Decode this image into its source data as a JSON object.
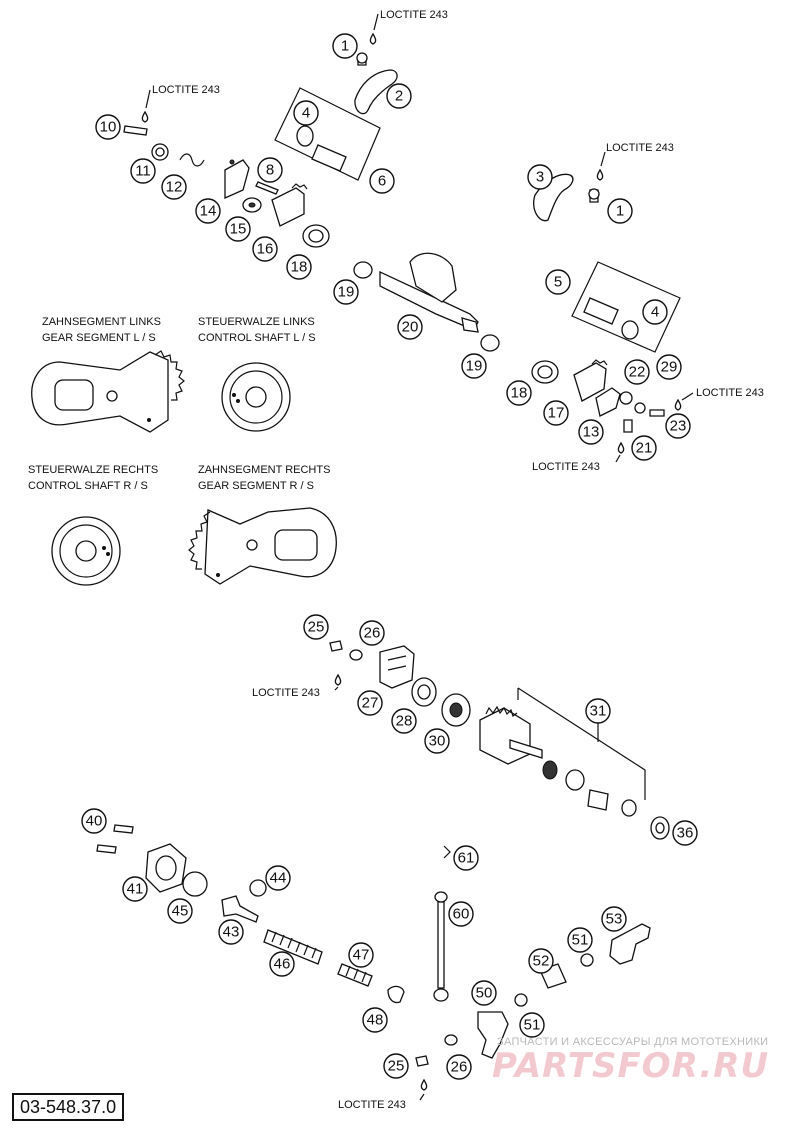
{
  "labels": {
    "loctite": "LOCTITE 243",
    "gear_segment_left_de": "ZAHNSEGMENT LINKS",
    "gear_segment_left_en": "GEAR SEGMENT L / S",
    "control_shaft_left_de": "STEUERWALZE LINKS",
    "control_shaft_left_en": "CONTROL SHAFT L / S",
    "control_shaft_right_de": "STEUERWALZE RECHTS",
    "control_shaft_right_en": "CONTROL SHAFT R / S",
    "gear_segment_right_de": "ZAHNSEGMENT RECHTS",
    "gear_segment_right_en": "GEAR SEGMENT R / S"
  },
  "part_number": "03-548.37.0",
  "watermark": {
    "tagline": "ЗАПЧАСТИ И АКСЕССУАРЫ ДЛЯ МОТОТЕХНИКИ",
    "brand": "PARTSFOR.RU"
  },
  "callouts": [
    "1",
    "2",
    "4",
    "6",
    "10",
    "11",
    "12",
    "14",
    "8",
    "15",
    "16",
    "18",
    "19",
    "20",
    "3",
    "1",
    "5",
    "4",
    "19",
    "18",
    "17",
    "13",
    "22",
    "29",
    "23",
    "21",
    "25",
    "26",
    "27",
    "28",
    "30",
    "31",
    "36",
    "40",
    "41",
    "45",
    "43",
    "44",
    "46",
    "47",
    "48",
    "61",
    "60",
    "53",
    "51",
    "52",
    "50",
    "51",
    "25",
    "26"
  ]
}
